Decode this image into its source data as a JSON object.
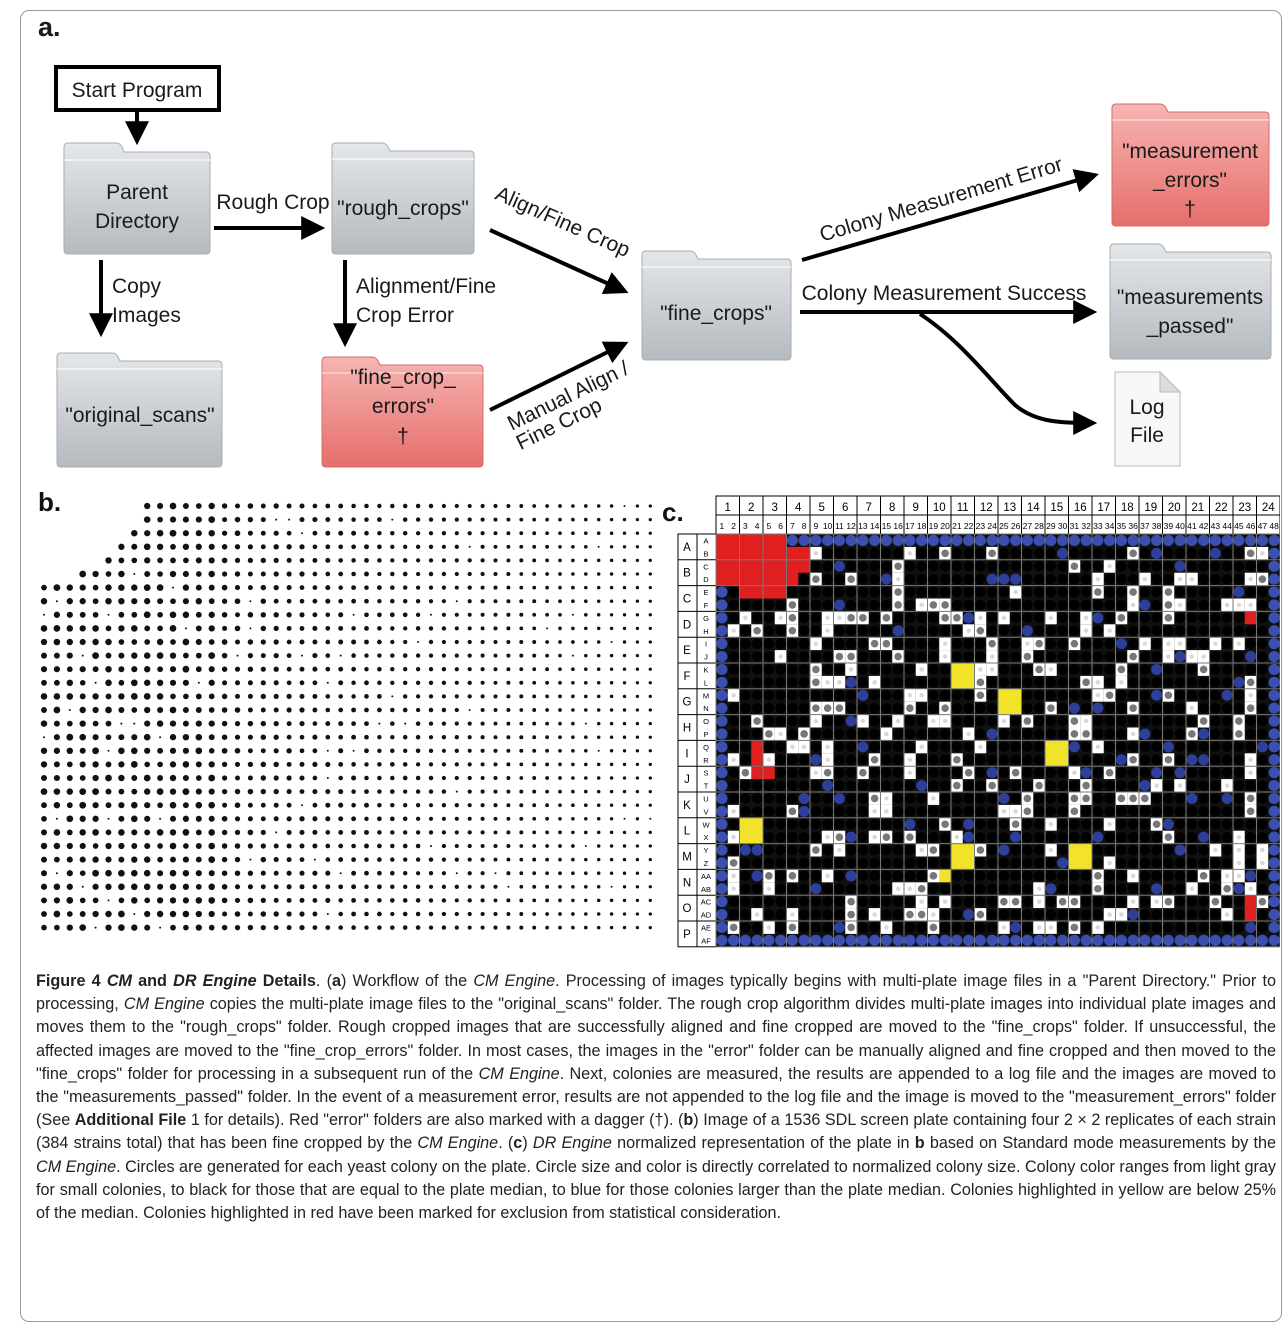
{
  "panel_letters": {
    "a": "a.",
    "b": "b.",
    "c": "c."
  },
  "workflow": {
    "start": "Start Program",
    "parent_line1": "Parent",
    "parent_line2": "Directory",
    "rough_crop_arrow": "Rough Crop",
    "rough_crops_folder": "\"rough_crops\"",
    "copy_line1": "Copy",
    "copy_line2": "Images",
    "original_scans_folder": "\"original_scans\"",
    "align_error_line1": "Alignment/Fine",
    "align_error_line2": "Crop Error",
    "fine_crop_errors_line1": "\"fine_crop_",
    "fine_crop_errors_line2": "errors\"",
    "dagger": "†",
    "align_fine_crop_arrow": "Align/Fine Crop",
    "manual_align_line1": "Manual Align /",
    "manual_align_line2": "Fine Crop",
    "fine_crops_folder": "\"fine_crops\"",
    "measurement_error_arrow": "Colony Measurement Error",
    "measurement_success_arrow": "Colony Measurement Success",
    "measurement_errors_line1": "\"measurement",
    "measurement_errors_line2": "_errors\"",
    "measurements_passed_line1": "\"measurements",
    "measurements_passed_line2": "_passed\"",
    "log_line1": "Log",
    "log_line2": "File"
  },
  "plate_grid": {
    "columns": [
      "1",
      "2",
      "3",
      "4",
      "5",
      "6",
      "7",
      "8",
      "9",
      "10",
      "11",
      "12",
      "13",
      "14",
      "15",
      "16",
      "17",
      "18",
      "19",
      "20",
      "21",
      "22",
      "23",
      "24"
    ],
    "sub_columns": [
      "1",
      "2",
      "3",
      "4",
      "5",
      "6",
      "7",
      "8",
      "9",
      "10",
      "11",
      "12",
      "13",
      "14",
      "15",
      "16",
      "17",
      "18",
      "19",
      "20",
      "21",
      "22",
      "23",
      "24",
      "25",
      "26",
      "27",
      "28",
      "29",
      "30",
      "31",
      "32",
      "33",
      "34",
      "35",
      "36",
      "37",
      "38",
      "39",
      "40",
      "41",
      "42",
      "43",
      "44",
      "45",
      "46",
      "47",
      "48"
    ],
    "rows": [
      "A",
      "B",
      "C",
      "D",
      "E",
      "F",
      "G",
      "H",
      "I",
      "J",
      "K",
      "L",
      "M",
      "N",
      "O",
      "P"
    ],
    "sub_rows": [
      "A",
      "B",
      "C",
      "D",
      "E",
      "F",
      "G",
      "H",
      "I",
      "J",
      "K",
      "L",
      "M",
      "N",
      "O",
      "P",
      "Q",
      "R",
      "S",
      "T",
      "U",
      "V",
      "W",
      "X",
      "Y",
      "Z",
      "AA",
      "AB",
      "AC",
      "AD",
      "AE",
      "AF"
    ],
    "colors": {
      "small": "#d8d8d8",
      "median": "#000000",
      "large": "#3a4fb0",
      "below25": "#f2e22a",
      "excluded": "#e02020",
      "background": "#ffffff"
    }
  },
  "caption": {
    "title_fig": "Figure 4",
    "title_cm": "CM",
    "title_and": " and ",
    "title_dr": "DR Engine",
    "title_details": " Details",
    "p_a": "a",
    "s1": ". (",
    "s2": ") Workflow of the ",
    "cm_engine": "CM Engine",
    "s3": ". Processing of images typically begins with multi-plate image files in a \"Parent Directory.\" Prior to processing, ",
    "s4": " copies the multi-plate image files to the \"original_scans\" folder. The rough crop algorithm divides multi-plate images into individual plate images and moves them to the \"rough_crops\" folder. Rough cropped images that are successfully aligned and fine cropped are moved to the \"fine_crops\" folder. If unsuccessful, the affected images are moved to the \"fine_crop_errors\" folder. In most cases, the images in the \"error\" folder can be manually aligned and fine cropped and then moved to the \"fine_crops\" folder for processing in a subsequent run of the ",
    "s5": ". Next, colonies are measured, the results are appended to a log file and the images are moved to the \"measurements_passed\" folder. In the event of a measurement error, results are not appended to the log file and the image is moved to the \"measurement_errors\" folder (See ",
    "additional_file": "Additional File",
    "s6": " 1 for details). Red \"error\" folders are also marked with a dagger (†). (",
    "p_b": "b",
    "s7": ") Image of a 1536 SDL screen plate containing four 2 × 2 replicates of each strain (384 strains total) that has been fine cropped by the ",
    "s8": ". (",
    "p_c": "c",
    "s9": ") ",
    "dr_engine": "DR Engine",
    "s10": " normalized representation of the plate in ",
    "p_b2": "b",
    "s11": " based on Standard mode measurements by the ",
    "s12": ". Circles are generated for each yeast colony on the plate. Circle size and color is directly correlated to normalized colony size. Colony color ranges from light gray for small colonies, to black for those that are equal to the plate median, to blue for those colonies larger than the plate median. Colonies highlighted in yellow are below 25% of the median. Colonies highlighted in red have been marked for exclusion from statistical consideration."
  }
}
